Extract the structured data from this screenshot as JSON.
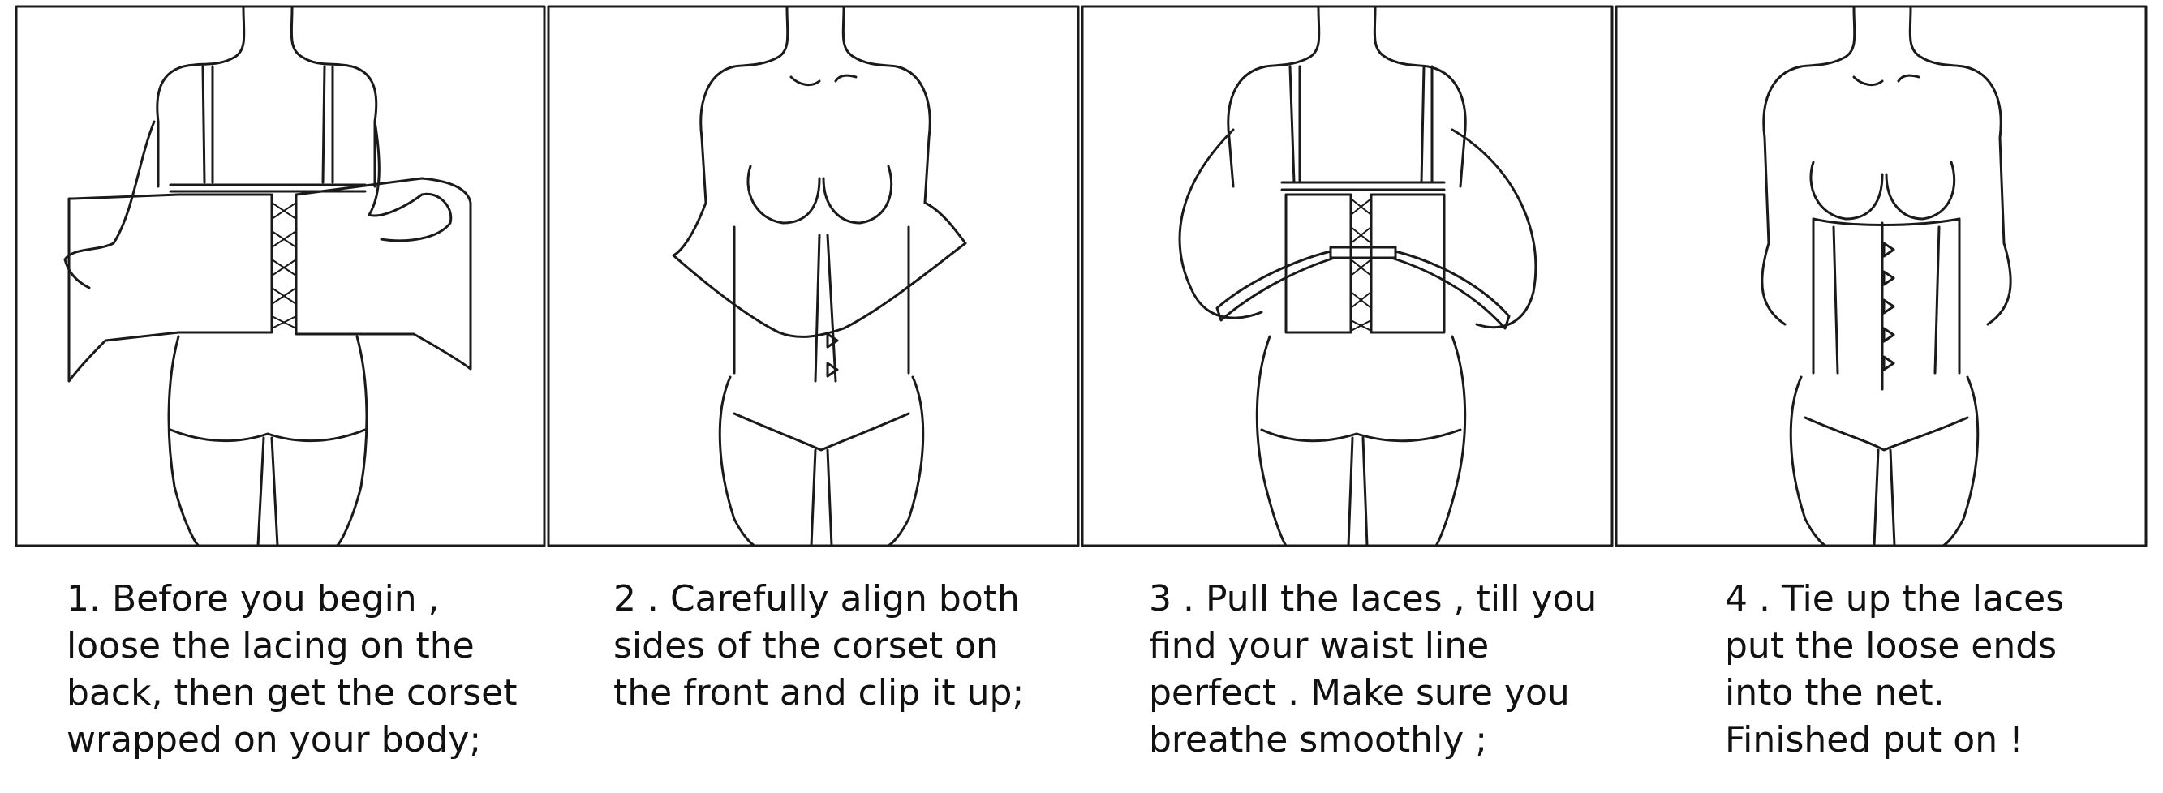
{
  "steps": [
    {
      "lines": [
        "1. Before you begin ,",
        "loose the lacing on the",
        "back, then get the corset",
        "wrapped on your body;"
      ]
    },
    {
      "lines": [
        "2 . Carefully align both",
        "sides of the corset on",
        "the front and clip it up;"
      ]
    },
    {
      "lines": [
        "3 . Pull the laces , till you",
        "find your waist line",
        "perfect . Make sure you",
        "breathe smoothly ;"
      ]
    },
    {
      "lines": [
        "4 . Tie up the laces",
        "put the loose ends",
        "into the net.",
        "Finished put on !"
      ]
    }
  ]
}
